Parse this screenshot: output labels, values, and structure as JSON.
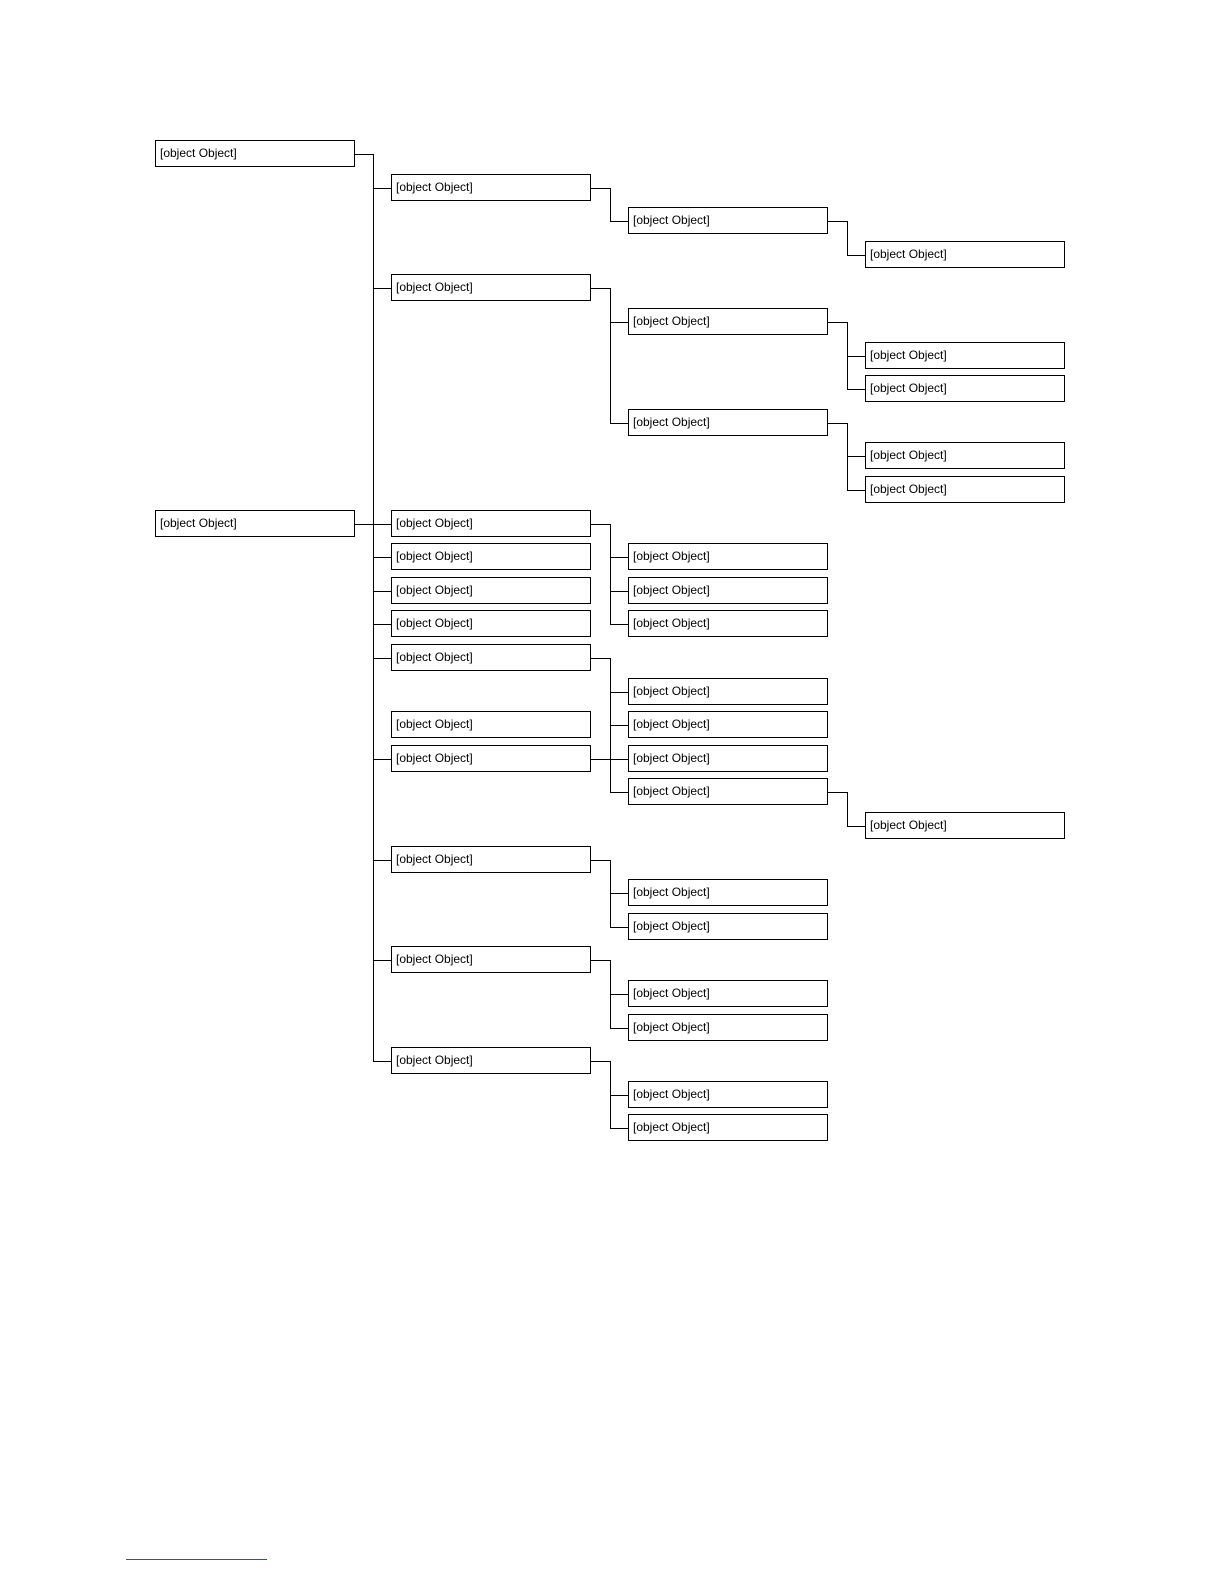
{
  "diagram": {
    "type": "tree-hierarchy",
    "line_color": "#000000",
    "box_border_color": "#000000",
    "footnote_rule_color": "#2b4fa3",
    "trees": [
      {
        "id": "a",
        "label": "",
        "children": [
          {
            "id": "a1",
            "label": "",
            "children": [
              {
                "id": "a1a",
                "label": "",
                "children": [
                  {
                    "id": "a1a1",
                    "label": ""
                  }
                ]
              }
            ]
          },
          {
            "id": "a2",
            "label": "",
            "children": [
              {
                "id": "a2a",
                "label": "",
                "children": [
                  {
                    "id": "a2a1",
                    "label": ""
                  },
                  {
                    "id": "a2a2",
                    "label": ""
                  }
                ]
              },
              {
                "id": "a2b",
                "label": "",
                "children": [
                  {
                    "id": "a2b1",
                    "label": ""
                  },
                  {
                    "id": "a2b2",
                    "label": ""
                  }
                ]
              }
            ]
          },
          {
            "id": "a3",
            "label": "",
            "children": [
              {
                "id": "a3a",
                "label": ""
              },
              {
                "id": "a3b",
                "label": ""
              },
              {
                "id": "a3c",
                "label": ""
              }
            ]
          },
          {
            "id": "a4",
            "label": "",
            "children": [
              {
                "id": "a4a",
                "label": ""
              },
              {
                "id": "a4b",
                "label": ""
              },
              {
                "id": "a4c",
                "label": ""
              }
            ]
          }
        ]
      },
      {
        "id": "b",
        "label": "",
        "children": [
          {
            "id": "b1",
            "label": ""
          },
          {
            "id": "b2",
            "label": ""
          },
          {
            "id": "b3",
            "label": ""
          },
          {
            "id": "b4",
            "label": "",
            "children": [
              {
                "id": "b4a",
                "label": ""
              }
            ]
          },
          {
            "id": "b5",
            "label": "",
            "detached": true
          },
          {
            "id": "b6",
            "label": "",
            "children": [
              {
                "id": "b6a",
                "label": "",
                "children": [
                  {
                    "id": "b6a1",
                    "label": ""
                  }
                ]
              }
            ]
          },
          {
            "id": "b7",
            "label": "",
            "children": [
              {
                "id": "b7a",
                "label": ""
              },
              {
                "id": "b7b",
                "label": ""
              }
            ]
          },
          {
            "id": "b8",
            "label": "",
            "children": [
              {
                "id": "b8a",
                "label": ""
              },
              {
                "id": "b8b",
                "label": ""
              }
            ]
          },
          {
            "id": "b9",
            "label": "",
            "children": [
              {
                "id": "b9a",
                "label": ""
              },
              {
                "id": "b9b",
                "label": ""
              }
            ]
          }
        ]
      }
    ]
  }
}
